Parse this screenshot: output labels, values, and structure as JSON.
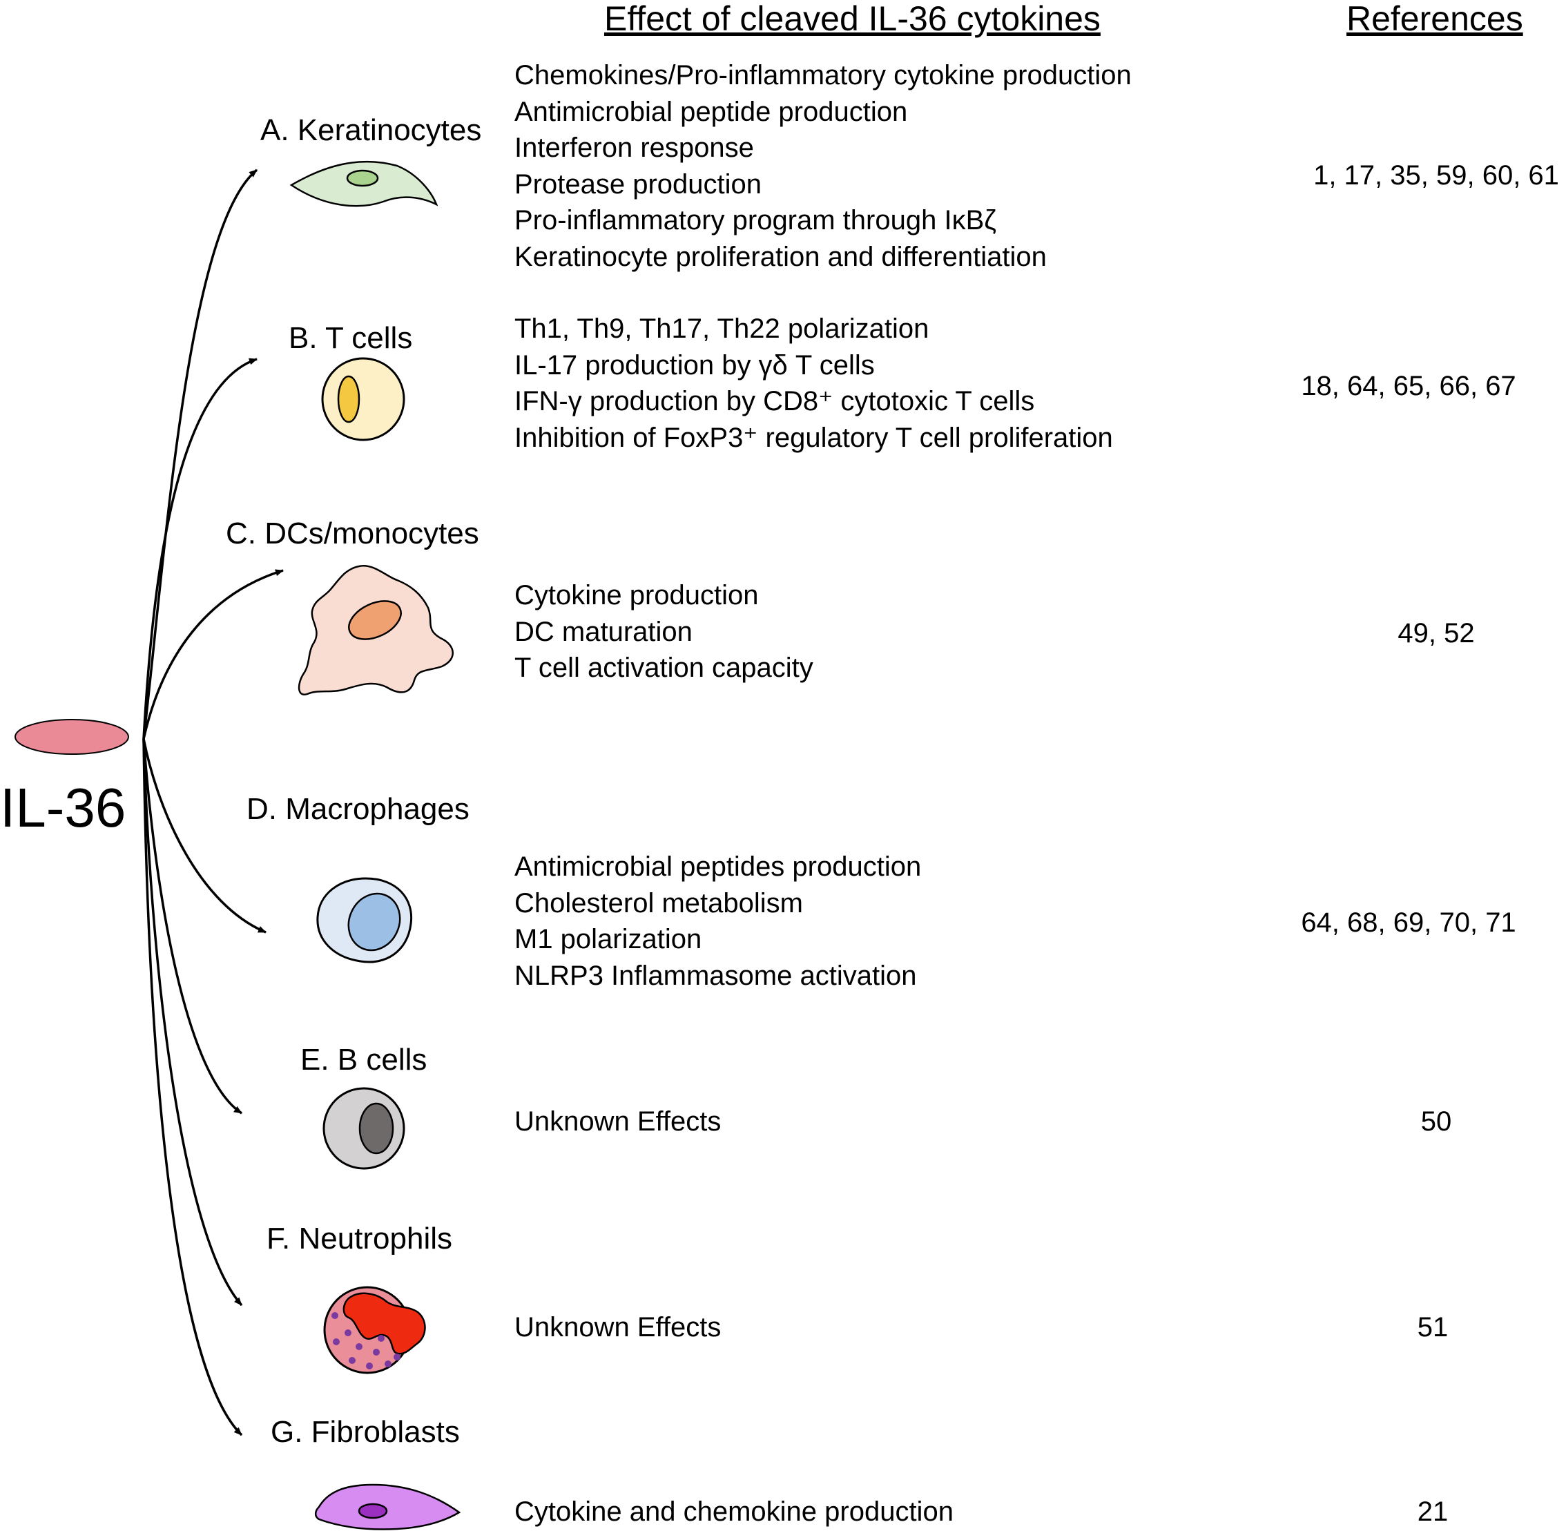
{
  "header": {
    "effects_title": "Effect of cleaved IL-36 cytokines",
    "references_title": "References"
  },
  "source": {
    "label": "IL-36"
  },
  "cells": [
    {
      "label": "A. Keratinocytes",
      "icon": "keratinocyte-icon",
      "effects": [
        "Chemokines/Pro-inflammatory cytokine production",
        "Antimicrobial peptide production",
        "Interferon response",
        "Protease production",
        "Pro-inflammatory program through IκBζ",
        "Keratinocyte proliferation and differentiation"
      ],
      "references": "1, 17, 35, 59, 60, 61"
    },
    {
      "label": "B. T cells",
      "icon": "t-cell-icon",
      "effects": [
        "Th1, Th9, Th17, Th22 polarization",
        "IL-17 production by γδ T cells",
        "IFN-γ production by CD8⁺ cytotoxic T cells",
        "Inhibition of FoxP3⁺ regulatory T cell proliferation"
      ],
      "references": "18, 64, 65, 66, 67"
    },
    {
      "label": "C. DCs/monocytes",
      "icon": "dendritic-cell-icon",
      "effects": [
        "Cytokine production",
        "DC maturation",
        "T cell activation capacity"
      ],
      "references": "49, 52"
    },
    {
      "label": "D. Macrophages",
      "icon": "macrophage-icon",
      "effects": [
        "Antimicrobial peptides production",
        "Cholesterol metabolism",
        "M1 polarization",
        "NLRP3 Inflammasome activation"
      ],
      "references": "64, 68, 69, 70, 71"
    },
    {
      "label": "E. B cells",
      "icon": "b-cell-icon",
      "effects": [
        "Unknown Effects"
      ],
      "references": "50"
    },
    {
      "label": "F. Neutrophils",
      "icon": "neutrophil-icon",
      "effects": [
        "Unknown Effects"
      ],
      "references": "51"
    },
    {
      "label": "G. Fibroblasts",
      "icon": "fibroblast-icon",
      "effects": [
        "Cytokine and chemokine production"
      ],
      "references": "21"
    }
  ],
  "colors": {
    "il36": "#ea8a96",
    "keratinocyte": "#d9ecd2",
    "keratinocyte_nucleus": "#a9d38f",
    "t_cell": "#fdf0c6",
    "t_cell_nucleus": "#f5c842",
    "dc": "#f9ddd2",
    "dc_nucleus": "#f0a172",
    "macrophage": "#dfe8f5",
    "macrophage_nucleus": "#9cbfe6",
    "b_cell": "#d3d1d2",
    "b_cell_nucleus": "#6f6a6a",
    "neutrophil": "#ea8f99",
    "neutrophil_nucleus": "#ee2a10",
    "neutrophil_granule": "#7a3aa0",
    "fibroblast": "#d68cf0",
    "fibroblast_nucleus": "#9a2fc0"
  }
}
